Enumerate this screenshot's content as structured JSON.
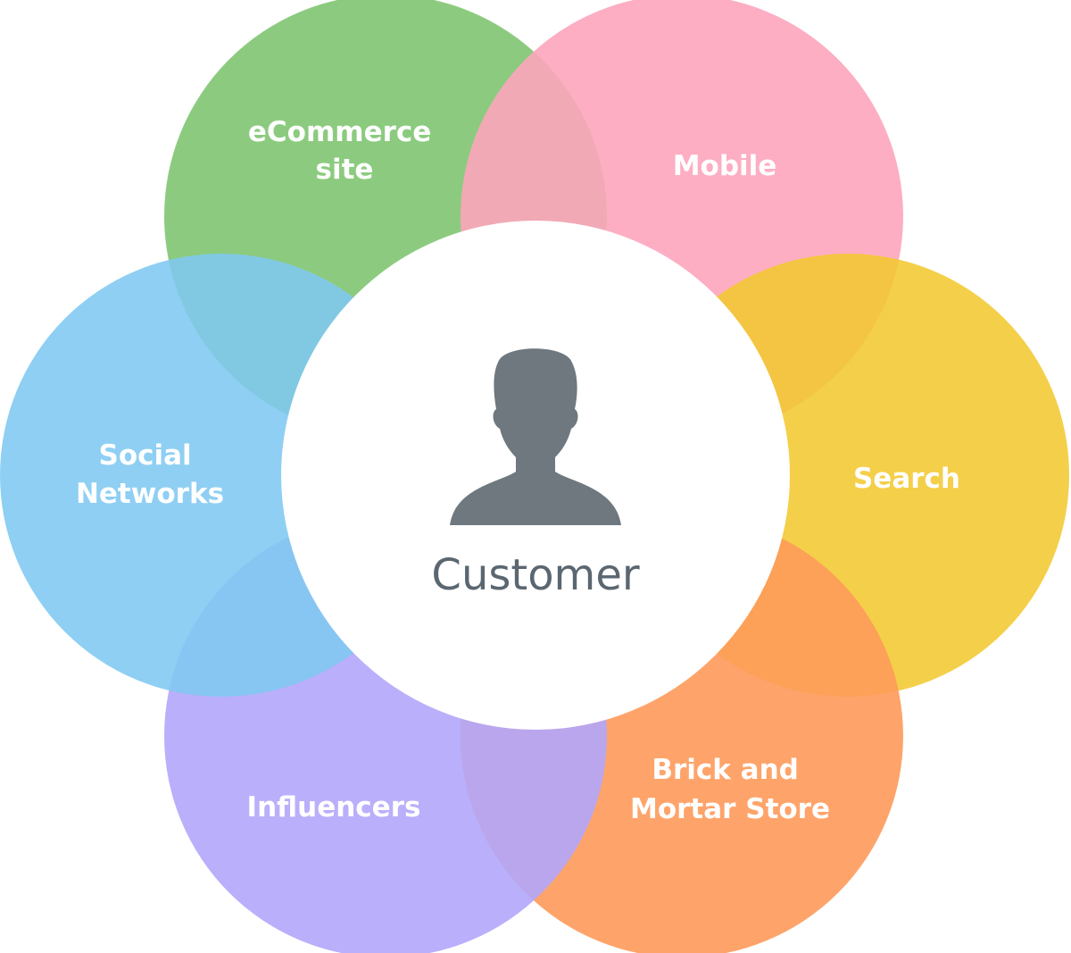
{
  "center": {
    "label": "Customer",
    "icon": "person-silhouette-icon",
    "icon_color": "#6e787e"
  },
  "channels": [
    {
      "id": "ecommerce",
      "lines": [
        "eCommerce",
        "site"
      ],
      "color": "#86c878"
    },
    {
      "id": "mobile",
      "lines": [
        "Mobile"
      ],
      "color": "#fda5bd"
    },
    {
      "id": "search",
      "lines": [
        "Search"
      ],
      "color": "#f3c830"
    },
    {
      "id": "brick-and-mortar",
      "lines": [
        "Brick and",
        "Mortar Store"
      ],
      "color": "#fe9a5a"
    },
    {
      "id": "influencers",
      "lines": [
        "Influencers"
      ],
      "color": "#b2a6fb"
    },
    {
      "id": "social-networks",
      "lines": [
        "Social",
        "Networks"
      ],
      "color": "#80c8f1"
    }
  ]
}
